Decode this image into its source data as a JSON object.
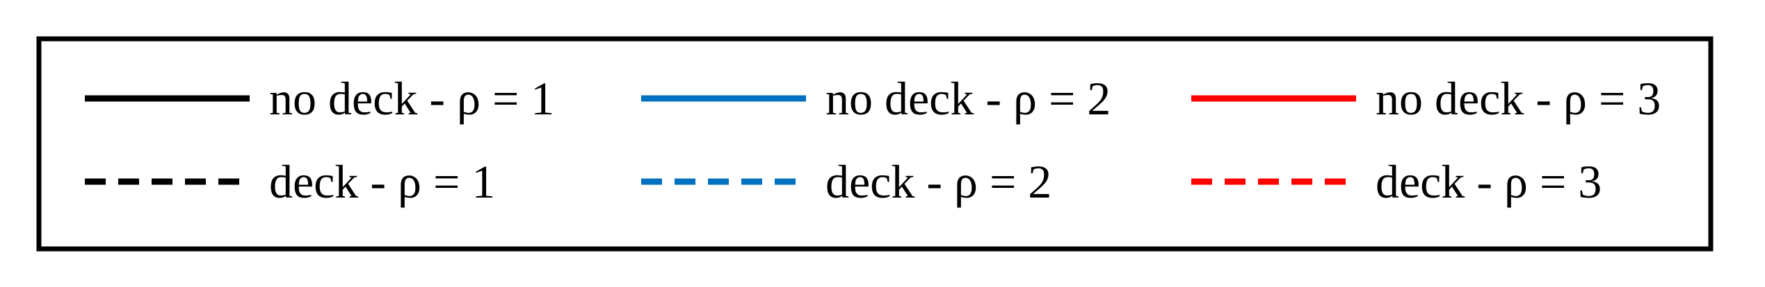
{
  "chart_data": {
    "type": "line",
    "legend": {
      "entries": [
        {
          "label": "no deck - ρ = 1",
          "color": "#000000",
          "style": "solid"
        },
        {
          "label": "no deck - ρ = 2",
          "color": "#0070c0",
          "style": "solid"
        },
        {
          "label": "no deck - ρ = 3",
          "color": "#ff0000",
          "style": "solid"
        },
        {
          "label": "deck - ρ = 1",
          "color": "#000000",
          "style": "dashed"
        },
        {
          "label": "deck - ρ = 2",
          "color": "#0070c0",
          "style": "dashed"
        },
        {
          "label": "deck - ρ = 3",
          "color": "#ff0000",
          "style": "dashed"
        }
      ]
    }
  }
}
